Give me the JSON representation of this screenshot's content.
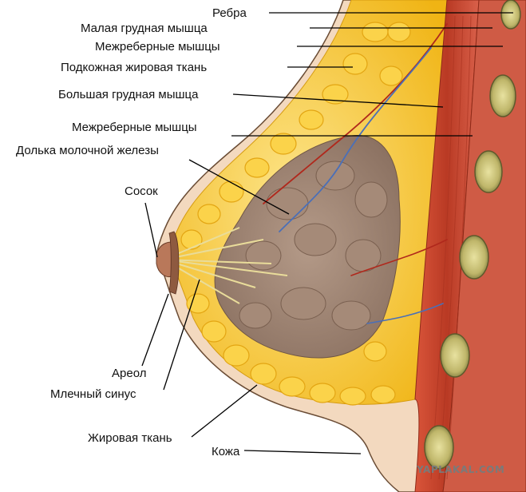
{
  "labels": {
    "ribs": "Ребра",
    "pectoralis_minor": "Малая грудная мышца",
    "intercostal_muscles_1": "Межреберные мышцы",
    "subcutaneous_fat": "Подкожная жировая ткань",
    "pectoralis_major": "Большая грудная мышца",
    "intercostal_muscles_2": "Межреберные мышцы",
    "mammary_lobule": "Долька молочной железы",
    "nipple": "Сосок",
    "areola": "Ареол",
    "lactiferous_sinus": "Млечный синус",
    "adipose_tissue": "Жировая ткань",
    "skin": "Кожа"
  },
  "watermark": "YAPLAKAL.COM",
  "colors": {
    "fat": "#f6c21b",
    "fat_light": "#fbe27a",
    "muscle": "#c8452e",
    "gland": "#9a8070",
    "skin": "#f3d9bf",
    "rib": "#b8b36a",
    "vein": "#4a6fb8",
    "artery": "#b0281c"
  }
}
